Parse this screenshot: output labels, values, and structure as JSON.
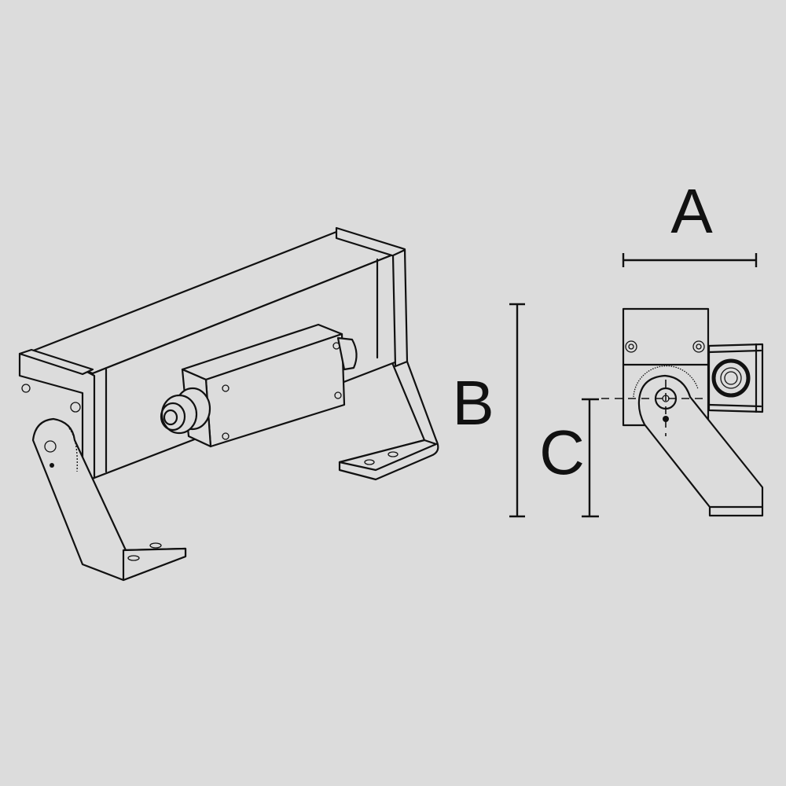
{
  "dimensions": {
    "a_label": "A",
    "b_label": "B",
    "c_label": "C"
  },
  "colors": {
    "background": "#dcdcdc",
    "line": "#111111"
  }
}
